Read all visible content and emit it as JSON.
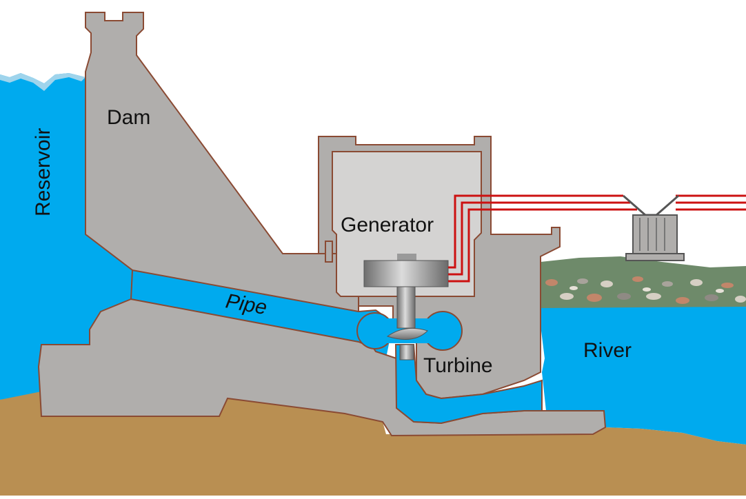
{
  "labels": {
    "reservoir": "Reservoir",
    "dam": "Dam",
    "generator": "Generator",
    "pipe": "Pipe",
    "turbine": "Turbine",
    "river": "River"
  },
  "colors": {
    "water": "#00aaee",
    "concrete": "#b0aeac",
    "outline": "#8a4a33",
    "ground": "#b98f52",
    "generator_room": "#d4d3d2",
    "power_lines": "#cc1111",
    "bank_grass": "#6e8a6a",
    "steel": "#8d8d8d"
  }
}
